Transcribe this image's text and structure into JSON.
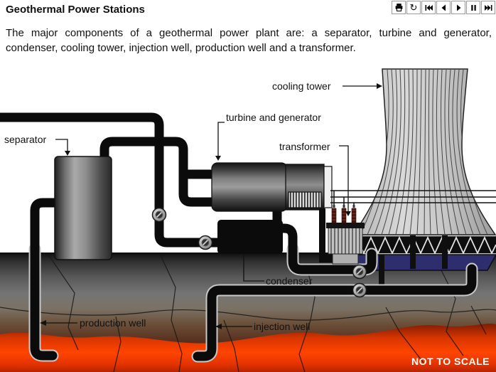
{
  "header": {
    "title": "Geothermal Power Stations"
  },
  "description": "The major components of a geothermal power plant are: a separator, turbine and generator, condenser, cooling tower, injection well, production well and a transformer.",
  "toolbar": {
    "refresh_glyph": "↻",
    "icons": [
      "print-icon",
      "refresh-icon",
      "skip-start-icon",
      "step-back-icon",
      "step-forward-icon",
      "pause-icon",
      "skip-end-icon"
    ]
  },
  "labels": {
    "separator": "separator",
    "turbine": "turbine and generator",
    "transformer": "transformer",
    "cooling_tower": "cooling tower",
    "condenser": "condenser",
    "production_well": "production well",
    "injection_well": "injection well",
    "not_to_scale": "NOT TO SCALE"
  },
  "colors": {
    "magma_hot": "#ff4500",
    "rock_gray": "#6e6e6e",
    "basin_blue": "#2e2e6e",
    "pipe_black": "#0b0b0b",
    "tower_gray": "#c9c9c9"
  }
}
